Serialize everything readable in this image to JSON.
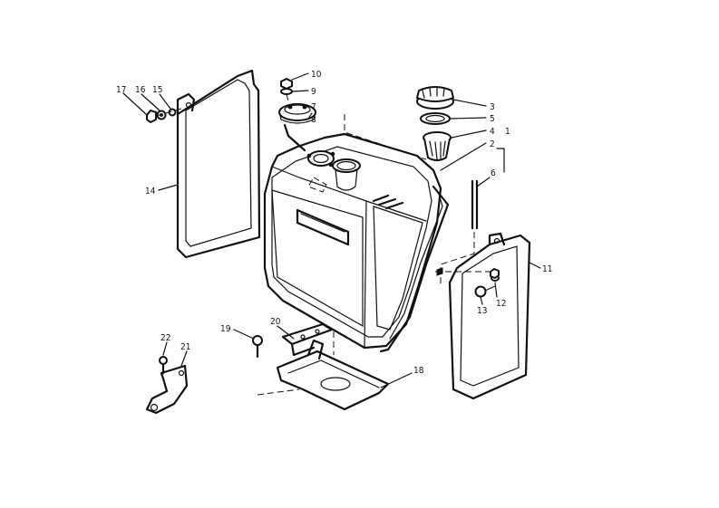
{
  "callouts": {
    "c1": "1",
    "c2": "2",
    "c3": "3",
    "c4": "4",
    "c5": "5",
    "c6": "6",
    "c7": "7",
    "c8": "8",
    "c9": "9",
    "c10": "10",
    "c11": "11",
    "c12": "12",
    "c13": "13",
    "c14": "14",
    "c15": "15",
    "c16": "16",
    "c17": "17",
    "c18": "18",
    "c19": "19",
    "c20": "20",
    "c21": "21",
    "c22": "22"
  },
  "ink_color": "#111111",
  "paper_color": "#ffffff"
}
